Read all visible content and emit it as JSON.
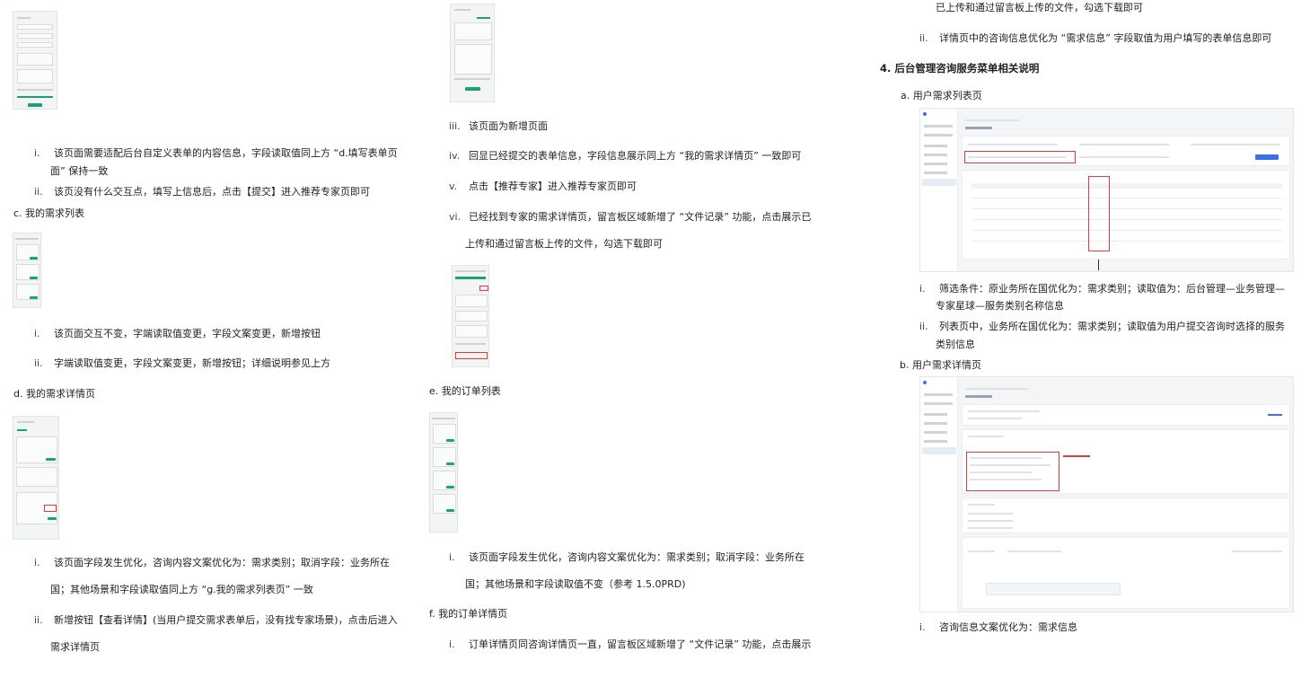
{
  "col1": {
    "s1": {
      "n1": "i.",
      "t1a": "该页面需要适配后台自定义表单的内容信息，字段读取值同上方 “d.填写表单页",
      "t1b": "面” 保持一致",
      "n2": "ii.",
      "t2": "该页没有什么交互点，填写上信息后，点击【提交】进入推荐专家页即可"
    },
    "c_heading": "c. 我的需求列表",
    "s2": {
      "n1": "i.",
      "t1": "该页面交互不变，字端读取值变更，字段文案变更，新增按钮",
      "n2": "ii.",
      "t2": "字端读取值变更，字段文案变更，新增按钮；详细说明参见上方"
    },
    "d_heading": "d. 我的需求详情页",
    "s3": {
      "n1": "i.",
      "t1a": "该页面字段发生优化，咨询内容文案优化为：需求类别；取消字段：业务所在",
      "t1b": "国；其他场景和字段读取值同上方 “g.我的需求列表页” 一致",
      "n2": "ii.",
      "t2a": "新增按钮【查看详情】(当用户提交需求表单后，没有找专家场景)，点击后进入",
      "t2b": "需求详情页"
    }
  },
  "col2": {
    "s1": {
      "n3": "iii.",
      "t3": "该页面为新增页面",
      "n4": "iv.",
      "t4": "回显已经提交的表单信息，字段信息展示同上方 “我的需求详情页” 一致即可",
      "n5": "v.",
      "t5": "点击【推荐专家】进入推荐专家页即可",
      "n6": "vi.",
      "t6a": "已经找到专家的需求详情页，留言板区域新增了 “文件记录” 功能，点击展示已",
      "t6b": "上传和通过留言板上传的文件，勾选下载即可"
    },
    "e_heading": "e. 我的订单列表",
    "s2": {
      "n1": "i.",
      "t1a": "该页面字段发生优化，咨询内容文案优化为：需求类别；取消字段：业务所在",
      "t1b": "国；其他场景和字段读取值不变（参考 1.5.0PRD)"
    },
    "f_heading": "f. 我的订单详情页",
    "s3": {
      "n1": "i.",
      "t1": "订单详情页同咨询详情页一直，留言板区域新增了 “文件记录” 功能，点击展示"
    }
  },
  "col3": {
    "top_line": "已上传和通过留言板上传的文件，勾选下载即可",
    "s0": {
      "n": "ii.",
      "t": "详情页中的咨询信息优化为 “需求信息” 字段取值为用户填写的表单信息即可"
    },
    "h4": "4. 后台管理咨询服务菜单相关说明",
    "a_heading": "a. 用户需求列表页",
    "s1": {
      "n1": "i.",
      "t1a": "筛选条件：原业务所在国优化为：需求类别；读取值为：后台管理—业务管理—",
      "t1b": "专家星球—服务类别名称信息",
      "n2": "ii.",
      "t2a": "列表页中，业务所在国优化为：需求类别；读取值为用户提交咨询时选择的服务",
      "t2b": "类别信息"
    },
    "b_heading": "b. 用户需求详情页",
    "s2": {
      "n1": "i.",
      "t1": "咨询信息文案优化为：需求信息"
    }
  },
  "colors": {
    "accent": "#18a37b",
    "admin_blue": "#3d6fe6",
    "annotation_red": "#e03b3b"
  }
}
